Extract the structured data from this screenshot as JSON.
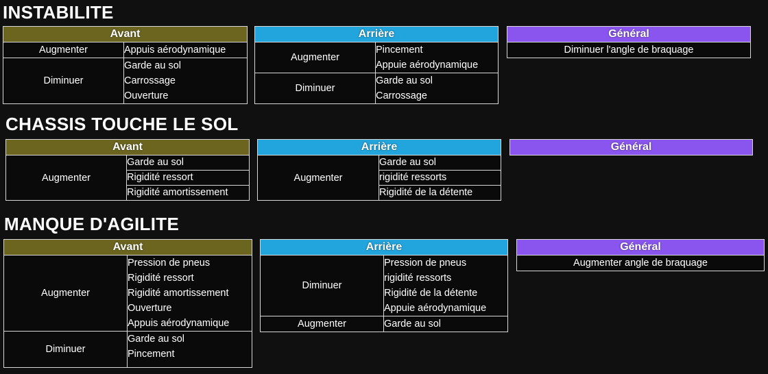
{
  "sections": [
    {
      "title": "INSTABILITE",
      "avant": {
        "header": "Avant",
        "rows": [
          {
            "action": "Augmenter",
            "items": [
              "Appuis aérodynamique"
            ]
          },
          {
            "action": "Diminuer",
            "items": [
              "Garde au sol",
              "Carrossage",
              "Ouverture"
            ]
          }
        ]
      },
      "arriere": {
        "header": "Arrière",
        "rows": [
          {
            "action": "Augmenter",
            "items": [
              "Pincement",
              "Appuie aérodynamique"
            ]
          },
          {
            "action": "Diminuer",
            "items": [
              "Garde au sol",
              "Carrossage"
            ]
          }
        ]
      },
      "general": {
        "header": "Général",
        "value": "Diminuer l'angle de braquage"
      }
    },
    {
      "title": "CHASSIS TOUCHE LE SOL",
      "avant": {
        "header": "Avant",
        "rows": [
          {
            "action": "Augmenter",
            "items": [
              "Garde au sol",
              "Rigidité ressort",
              "Rigidité amortissement"
            ]
          }
        ]
      },
      "arriere": {
        "header": "Arrière",
        "rows": [
          {
            "action": "Augmenter",
            "items": [
              "Garde au sol",
              "rigidité ressorts",
              "Rigidité de la détente"
            ]
          }
        ]
      },
      "general": {
        "header": "Général"
      }
    },
    {
      "title": "MANQUE D'AGILITE",
      "avant": {
        "header": "Avant",
        "rows": [
          {
            "action": "Augmenter",
            "items": [
              "Pression de pneus",
              "Rigidité ressort",
              "Rigidité amortissement",
              "Ouverture",
              "Appuis aérodynamique"
            ]
          },
          {
            "action": "Diminuer",
            "items": [
              "Garde au sol",
              "Pincement"
            ]
          }
        ]
      },
      "arriere": {
        "header": "Arrière",
        "rows": [
          {
            "action": "Diminuer",
            "items": [
              "Pression de pneus",
              "rigidité ressorts",
              "Rigidité de la détente",
              "Appuie aérodynamique"
            ]
          },
          {
            "action": "Augmenter",
            "items": [
              "Garde au sol"
            ]
          }
        ]
      },
      "general": {
        "header": "Général",
        "value": "Augmenter angle de braquage"
      }
    }
  ],
  "colors": {
    "avant": "#6b6520",
    "arriere": "#22a4dc",
    "general": "#8a55ee",
    "background": "#101010"
  }
}
